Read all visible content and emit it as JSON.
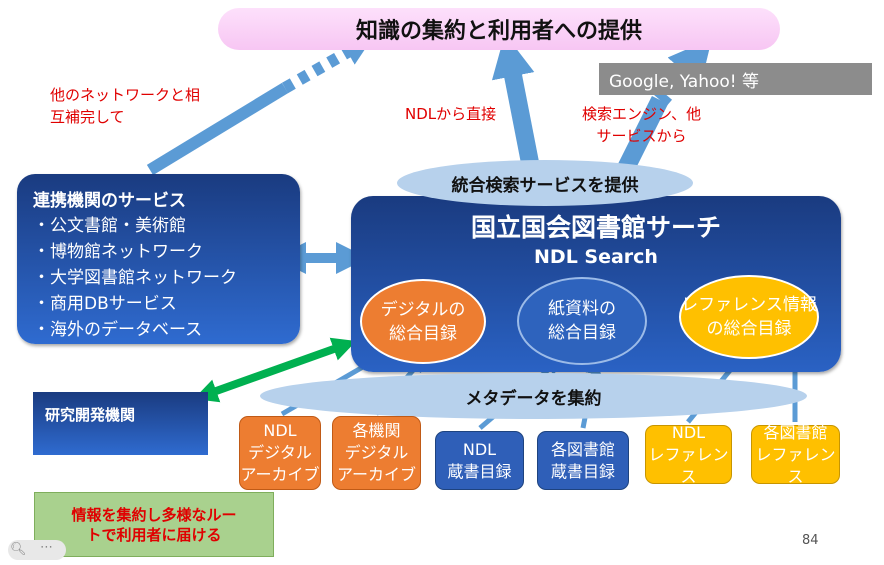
{
  "header": {
    "title": "知識の集約と利用者への提供"
  },
  "external": {
    "search_engines": "Google, Yahoo! 等",
    "partner_note": [
      "他のネットワークと相",
      "互補完して"
    ],
    "direct_note": "NDLから直接",
    "engine_note": [
      "検索エンジン、他",
      "サービスから"
    ]
  },
  "integrated_search": "統合検索サービスを提供",
  "ndl_search": {
    "title": "国立国会図書館サーチ",
    "subtitle": "NDL Search",
    "catalogs": [
      {
        "lines": [
          "デジタルの",
          "総合目録"
        ],
        "color": "#ed7d31"
      },
      {
        "lines": [
          "紙資料の",
          "総合目録"
        ],
        "color": "#2e63bd"
      },
      {
        "lines": [
          "レファレンス情報",
          "の総合目録"
        ],
        "color": "#ffc000"
      }
    ]
  },
  "partner_services": {
    "title": "連携機関のサービス",
    "items": [
      "・公文書館・美術館",
      "・博物館ネットワーク",
      "・大学図書館ネットワーク",
      "・商用DBサービス",
      "・海外のデータベース"
    ]
  },
  "research": "研究開発機関",
  "metadata": "メタデータを集約",
  "sources": [
    {
      "lines": [
        "NDL",
        "デジタル",
        "アーカイブ"
      ],
      "color": "#ed7d31"
    },
    {
      "lines": [
        "各機関",
        "デジタル",
        "アーカイブ"
      ],
      "color": "#ed7d31"
    },
    {
      "lines": [
        "NDL",
        "蔵書目録"
      ],
      "color": "#2f5fb8"
    },
    {
      "lines": [
        "各図書館",
        "蔵書目録"
      ],
      "color": "#2f5fb8"
    },
    {
      "lines": [
        "NDL",
        "レファレンス"
      ],
      "color": "#ffc000"
    },
    {
      "lines": [
        "各図書館",
        "レファレンス"
      ],
      "color": "#ffc000"
    }
  ],
  "bottom_note": [
    "情報を集約し多様なルー",
    "トで利用者に届ける"
  ],
  "page_number": "84",
  "colors": {
    "accent_red": "#e00000",
    "navy": "#1a3b80",
    "arrow_blue": "#5b9bd5",
    "arrow_green": "#00b050"
  }
}
